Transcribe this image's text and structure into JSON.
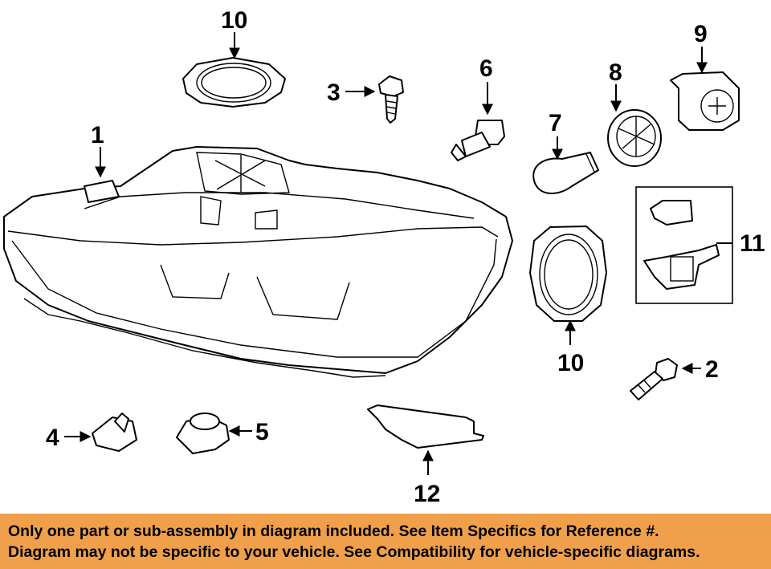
{
  "callouts": {
    "c1": "1",
    "c2": "2",
    "c3": "3",
    "c4": "4",
    "c5": "5",
    "c6": "6",
    "c7": "7",
    "c8": "8",
    "c9": "9",
    "c10a": "10",
    "c10b": "10",
    "c11": "11",
    "c12": "12"
  },
  "footer": {
    "line1": "Only one part or sub-assembly in diagram included. See Item Specifics for Reference #.",
    "line2": "Diagram may not be specific to your vehicle. See Compatibility for vehicle-specific diagrams."
  },
  "colors": {
    "banner": "#f0a04b",
    "ink": "#000000",
    "background": "#ffffff"
  }
}
